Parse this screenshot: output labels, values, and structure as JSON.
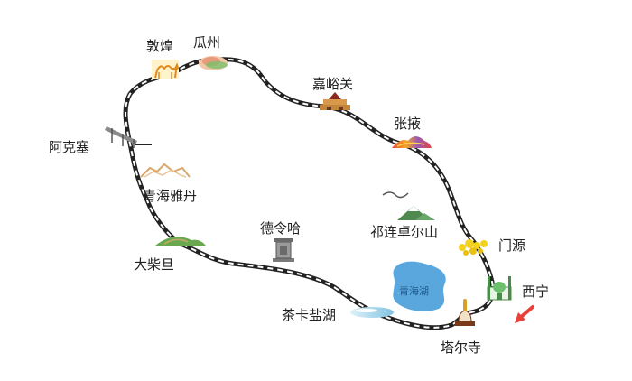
{
  "stops": {
    "dunhuang": "敦煌",
    "guazhou": "瓜州",
    "jiayuguan": "嘉峪关",
    "zhangye": "张掖",
    "qilian": "祁连卓尔山",
    "menyuan": "门源",
    "xining": "西宁",
    "taer": "塔尔寺",
    "chaka": "茶卡盐湖",
    "qinghai_lake": "青海湖",
    "delingha": "德令哈",
    "dachaidan": "大柴旦",
    "yardang": "青海雅丹",
    "aksai": "阿克塞"
  },
  "colors": {
    "route": "#222222",
    "lake": "#5aa7dd",
    "arrow": "#e8413a",
    "rapeseed": "#f2d21c"
  }
}
